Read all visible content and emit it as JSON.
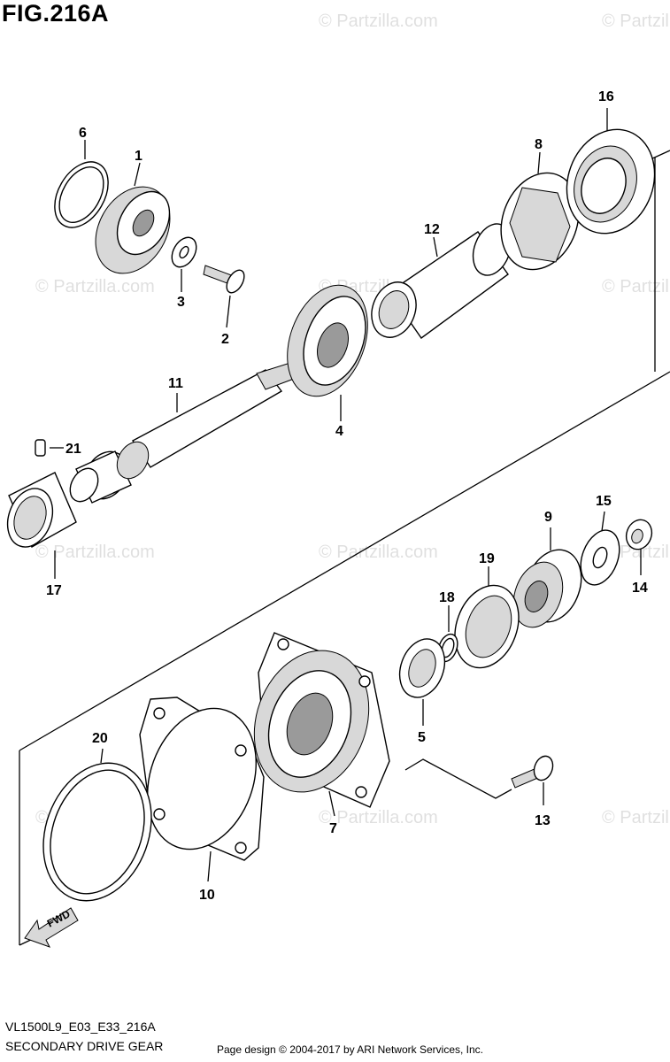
{
  "title": "FIG.216A",
  "footer": {
    "model_code": "VL1500L9_E03_E33_216A",
    "diagram_name": "SECONDARY DRIVE GEAR",
    "copyright": "Page design © 2004-2017 by ARI Network Services, Inc."
  },
  "watermark": "© Partzilla.com",
  "fwd_label": "FWD",
  "callouts": [
    "1",
    "2",
    "3",
    "4",
    "5",
    "6",
    "7",
    "8",
    "9",
    "10",
    "11",
    "12",
    "13",
    "14",
    "15",
    "16",
    "17",
    "18",
    "19",
    "20",
    "21"
  ]
}
